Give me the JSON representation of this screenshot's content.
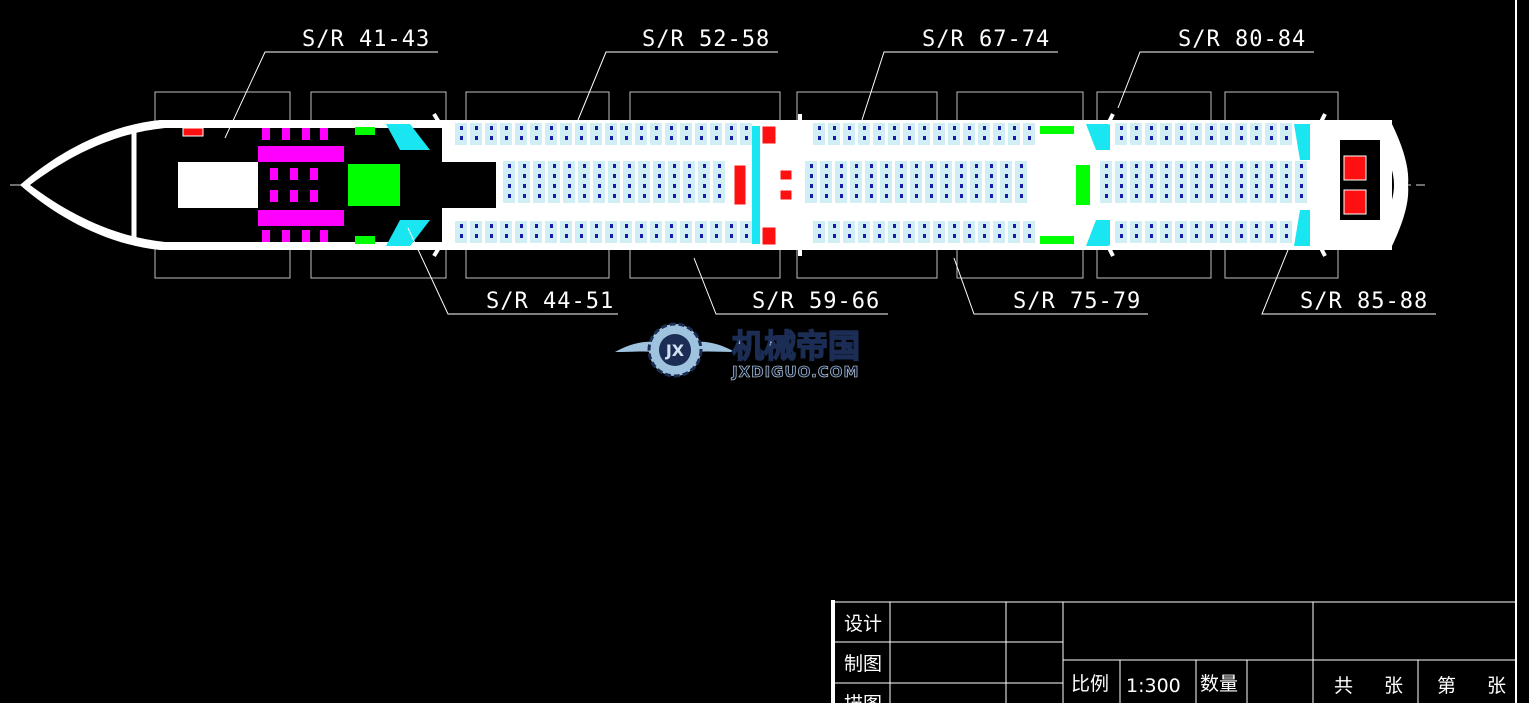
{
  "callouts": {
    "top": [
      "S/R 41-43",
      "S/R 52-58",
      "S/R 67-74",
      "S/R 80-84"
    ],
    "bottom": [
      "S/R 44-51",
      "S/R 59-66",
      "S/R 75-79",
      "S/R 85-88"
    ]
  },
  "watermark": {
    "logo_text": "JX",
    "brand_cn": "机械帝国",
    "brand_en": "JXDIGUO.COM"
  },
  "title_block": {
    "design_label": "设计",
    "drafting_label": "制图",
    "trace_label": "描图",
    "scale_label": "比例",
    "scale_value": "1:300",
    "quantity_label": "数量",
    "total_label": "共",
    "sheet_unit": "张",
    "sheet_no_label": "第",
    "sheet_unit_2": "张"
  },
  "colors": {
    "background": "#000000",
    "outline": "#ffffff",
    "seat_blue": "#1a1aa8",
    "galley_cyan": "#19e6f0",
    "first_class_magenta": "#ff00ff",
    "lavatory_red": "#ff1010",
    "green_module": "#00ff00"
  }
}
